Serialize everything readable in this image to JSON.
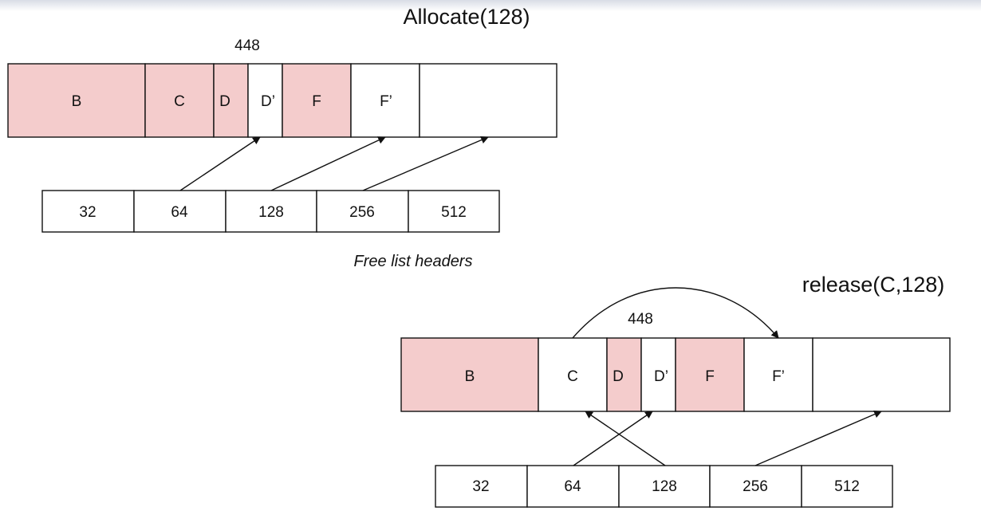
{
  "allocate": {
    "title": "Allocate(128)",
    "size_label": "448",
    "blocks": [
      {
        "label": "B",
        "state": "allocated"
      },
      {
        "label": "C",
        "state": "allocated"
      },
      {
        "label": "D",
        "state": "allocated"
      },
      {
        "label": "D’",
        "state": "free"
      },
      {
        "label": "F",
        "state": "allocated"
      },
      {
        "label": "F’",
        "state": "free"
      },
      {
        "label": "",
        "state": "free"
      }
    ],
    "headers": [
      "32",
      "64",
      "128",
      "256",
      "512"
    ],
    "caption": "Free list headers"
  },
  "release": {
    "title": "release(C,128)",
    "size_label": "448",
    "blocks": [
      {
        "label": "B",
        "state": "allocated"
      },
      {
        "label": "C",
        "state": "free"
      },
      {
        "label": "D",
        "state": "allocated"
      },
      {
        "label": "D’",
        "state": "free"
      },
      {
        "label": "F",
        "state": "allocated"
      },
      {
        "label": "F’",
        "state": "free"
      },
      {
        "label": "",
        "state": "free"
      }
    ],
    "headers": [
      "32",
      "64",
      "128",
      "256",
      "512"
    ]
  },
  "colors": {
    "allocated": "#f4cccc",
    "free": "#ffffff",
    "stroke": "#111111"
  }
}
